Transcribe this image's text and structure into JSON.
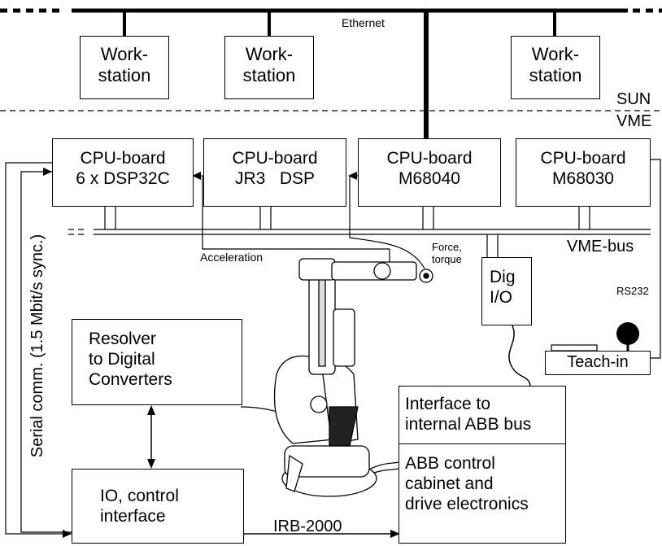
{
  "bus": {
    "ethernet": "Ethernet",
    "sun": "SUN",
    "vme": "VME",
    "vme_bus": "VME-bus"
  },
  "workstations": [
    "Work-\nstation",
    "Work-\nstation",
    "Work-\nstation"
  ],
  "cpu_boards": [
    "CPU-board\n6 x DSP32C",
    "CPU-board\nJR3   DSP",
    "CPU-board\nM68040",
    "CPU-board\nM68030"
  ],
  "dig_io": "Dig\nI/O",
  "teach_in": "Teach-in",
  "rs232": "RS232",
  "acceleration": "Acceleration",
  "force_torque": "Force,\ntorque",
  "serial": "Serial comm. (1.5 Mbit/s sync.)",
  "resolver": "Resolver\nto Digital\nConverters",
  "io_control": "IO, control\ninterface",
  "robot": "IRB-2000",
  "abb_interface": "Interface to\ninternal ABB bus",
  "abb_cabinet": "ABB control\ncabinet and\ndrive electronics"
}
